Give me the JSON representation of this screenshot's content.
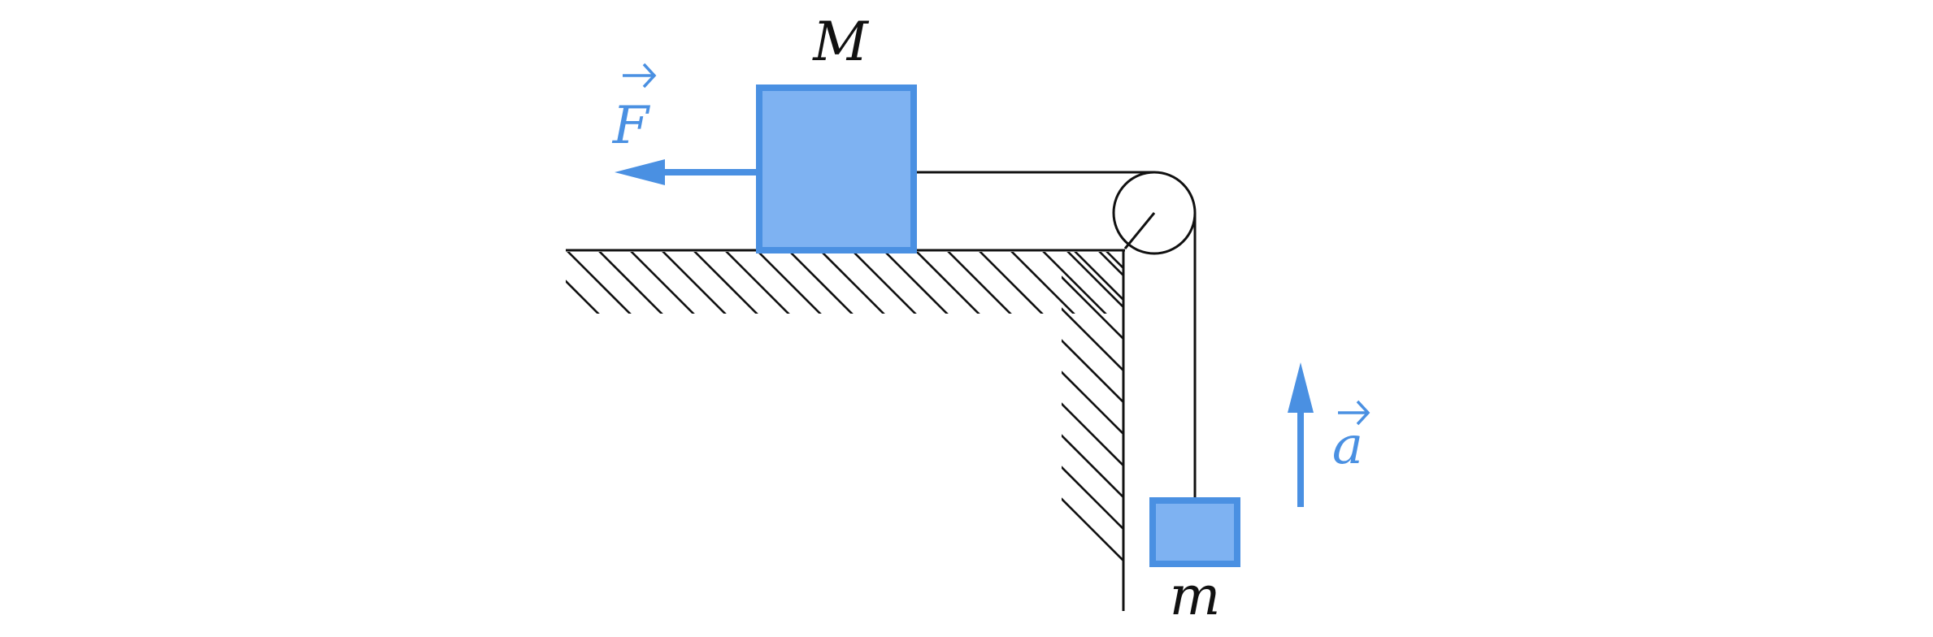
{
  "labels": {
    "big_mass": "M",
    "small_mass": "m",
    "force": "F",
    "acceleration": "a"
  },
  "colors": {
    "block_fill": "#7eb2f2",
    "block_stroke": "#4a90e2",
    "arrow": "#4a90e2",
    "line": "#111111",
    "background": "#ffffff"
  }
}
